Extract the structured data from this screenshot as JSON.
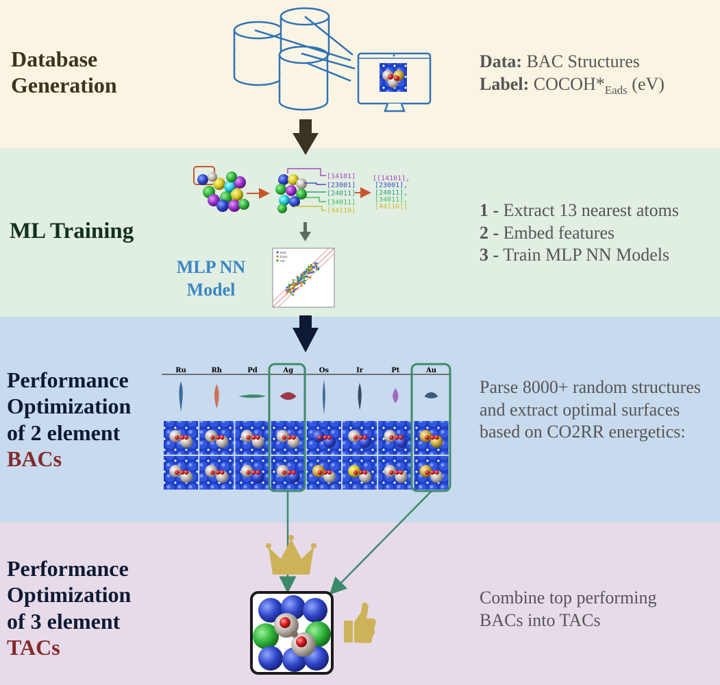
{
  "sections": {
    "database": {
      "title_line1": "Database",
      "title_line2": "Generation",
      "data_label": "Data:",
      "data_value": "BAC Structures",
      "label_label": "Label:",
      "label_value_main": "COCOH*",
      "label_value_sub": "Eads",
      "label_value_unit": "(eV)"
    },
    "ml_training": {
      "title": "ML Training",
      "model_line1": "MLP NN",
      "model_line2": "Model",
      "steps": [
        {
          "num": "1 -",
          "text": "Extract 13 nearest atoms"
        },
        {
          "num": "2 -",
          "text": "Embed features"
        },
        {
          "num": "3 -",
          "text": "Train MLP NN Models"
        }
      ],
      "feature_vectors": [
        "[14101]",
        "[23001]",
        "[24011]",
        "[34011]",
        "[44110]"
      ],
      "feature_list": [
        "[[14101],",
        "[23001],",
        "[24011],",
        "[34011],",
        "[44110]]"
      ],
      "legend": [
        "test",
        "train",
        "val"
      ]
    },
    "bacs": {
      "title_line1": "Performance",
      "title_line2": "Optimization",
      "title_line3": "of 2 element",
      "title_highlight": "BACs",
      "description": "Parse 8000+ random structures and extract optimal surfaces based on CO2RR energetics:",
      "elements": [
        "Ru",
        "Rh",
        "Pd",
        "Ag",
        "Os",
        "Ir",
        "Pt",
        "Au"
      ],
      "highlighted": [
        "Ag",
        "Au"
      ]
    },
    "tacs": {
      "title_line1": "Performance",
      "title_line2": "Optimization",
      "title_line3": "of 3 element",
      "title_highlight": "TACs",
      "description": "Combine top performing BACs into TACs"
    }
  },
  "colors": {
    "band1": "#faf4e2",
    "band2": "#e1eee2",
    "band3": "#c8daee",
    "band4": "#e7dbea",
    "accent_green": "#3d8a6a",
    "highlight_maroon": "#832b2b",
    "crown_gold": "#cdb25a",
    "icon_blue": "#2f72b5"
  }
}
